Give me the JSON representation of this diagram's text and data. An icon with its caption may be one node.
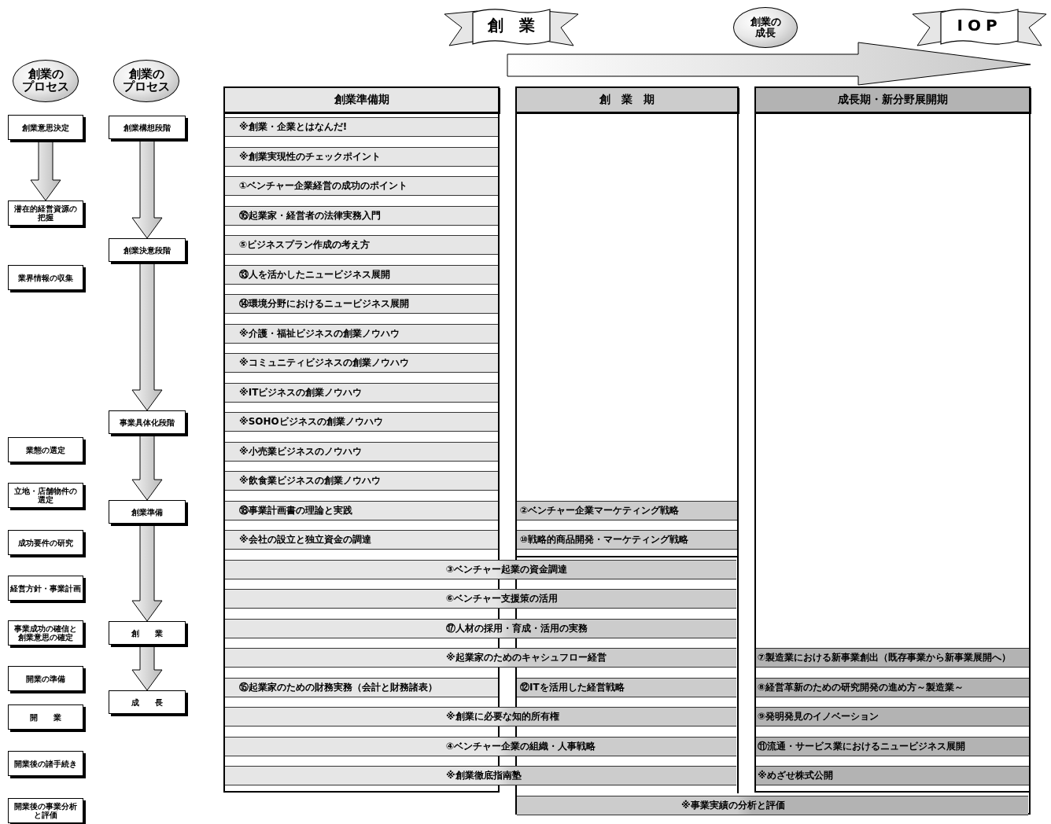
{
  "diagram": {
    "nodes": [
      {
        "text": [
          "創業のプロセス"
        ]
      },
      {
        "text": [
          "創業のプロセス"
        ]
      },
      {
        "text": [
          "創　業"
        ]
      },
      {
        "text": [
          "創業の成長"
        ]
      },
      {
        "text": [
          "IOP"
        ]
      },
      {
        "text": [
          "創業準備期"
        ]
      },
      {
        "text": [
          "創　業　期"
        ]
      },
      {
        "text": [
          "成長期・新分野展開期"
        ]
      },
      {
        "text": [
          "創業意思決定"
        ]
      },
      {
        "text": [
          "潜在的経営資源の把握"
        ]
      },
      {
        "text": [
          "業界情報の収集"
        ]
      },
      {
        "text": [
          "業態の選定"
        ]
      },
      {
        "text": [
          "立地・店舗物件の選定"
        ]
      },
      {
        "text": [
          "成功要件の研究"
        ]
      },
      {
        "text": [
          "経営方針・事業計画"
        ]
      },
      {
        "text": [
          "事業成功の確信と創業意思の確定"
        ]
      },
      {
        "text": [
          "開業の準備"
        ]
      },
      {
        "text": [
          "開　　業"
        ]
      },
      {
        "text": [
          "開業後の諸手続き"
        ]
      },
      {
        "text": [
          "開業後の事業分析と評価"
        ]
      },
      {
        "text": [
          "創業構想段階"
        ]
      },
      {
        "text": [
          "創業決意段階"
        ]
      },
      {
        "text": [
          "事業具体化段階"
        ]
      },
      {
        "text": [
          "創業準備"
        ]
      },
      {
        "text": [
          "創　　業"
        ]
      },
      {
        "text": [
          "成　　長"
        ]
      },
      {
        "text": [
          "※創業・企業とはなんだ!"
        ],
        "in": 5
      },
      {
        "text": [
          "※創業実現性のチェックポイント"
        ],
        "in": 5
      },
      {
        "text": [
          "①ベンチャー企業経営の成功のポイント"
        ],
        "in": 5
      },
      {
        "text": [
          "⑯起業家・経営者の法律実務入門"
        ],
        "in": 5
      },
      {
        "text": [
          "⑤ビジネスプラン作成の考え方"
        ],
        "in": 5
      },
      {
        "text": [
          "⑬人を活かしたニュービジネス展開"
        ],
        "in": 5
      },
      {
        "text": [
          "⑭環境分野におけるニュービジネス展開"
        ],
        "in": 5
      },
      {
        "text": [
          "※介護・福祉ビジネスの創業ノウハウ"
        ],
        "in": 5
      },
      {
        "text": [
          "※コミュニティビジネスの創業ノウハウ"
        ],
        "in": 5
      },
      {
        "text": [
          "※ITビジネスの創業ノウハウ"
        ],
        "in": 5
      },
      {
        "text": [
          "※SOHOビジネスの創業ノウハウ"
        ],
        "in": 5
      },
      {
        "text": [
          "※小売業ビジネスのノウハウ"
        ],
        "in": 5
      },
      {
        "text": [
          "※飲食業ビジネスの創業ノウハウ"
        ],
        "in": 5
      },
      {
        "text": [
          "⑱事業計画書の理論と実践"
        ],
        "in": 5
      },
      {
        "text": [
          "②ベンチャー企業マーケティング戦略"
        ],
        "in": 6
      },
      {
        "text": [
          "※会社の設立と独立資金の調達"
        ],
        "in": 5
      },
      {
        "text": [
          "⑩戦略的商品開発・マーケティング戦略"
        ],
        "in": 6
      },
      {
        "text": [
          "③ベンチャー起業の資金調達"
        ]
      },
      {
        "text": [
          "⑥ベンチャー支援策の活用"
        ]
      },
      {
        "text": [
          "⑰人材の採用・育成・活用の実務"
        ]
      },
      {
        "text": [
          "※起業家のためのキャシュフロー経営"
        ]
      },
      {
        "text": [
          "⑦製造業における新事業創出（既存事業から新事業展開へ）"
        ],
        "in": 7
      },
      {
        "text": [
          "⑮起業家のための財務実務（会計と財務諸表）"
        ],
        "in": 5
      },
      {
        "text": [
          "⑫ITを活用した経営戦略"
        ]
      },
      {
        "text": [
          "⑧経営革新のための研究開発の進め方～製造業～"
        ],
        "in": 7
      },
      {
        "text": [
          "※創業に必要な知的所有権"
        ]
      },
      {
        "text": [
          "⑨発明発見のイノベーション"
        ],
        "in": 7
      },
      {
        "text": [
          "④ベンチャー企業の組織・人事戦略"
        ]
      },
      {
        "text": [
          "⑪流通・サービス業におけるニュービジネス展開"
        ],
        "in": 7
      },
      {
        "text": [
          "※創業徹底指南塾"
        ]
      },
      {
        "text": [
          "※めざせ株式公開"
        ],
        "in": 7
      },
      {
        "text": [
          "※事業実績の分析と評価"
        ]
      }
    ],
    "edges": [
      {
        "from": 2,
        "to": 4,
        "arrow": "to"
      },
      {
        "from": 8,
        "to": 9,
        "arrow": "to"
      },
      {
        "from": 20,
        "to": 21,
        "arrow": "to"
      },
      {
        "from": 21,
        "to": 22,
        "arrow": "to"
      },
      {
        "from": 22,
        "to": 23,
        "arrow": "to"
      },
      {
        "from": 23,
        "to": 24,
        "arrow": "to"
      },
      {
        "from": 24,
        "to": 25,
        "arrow": "to"
      }
    ]
  }
}
